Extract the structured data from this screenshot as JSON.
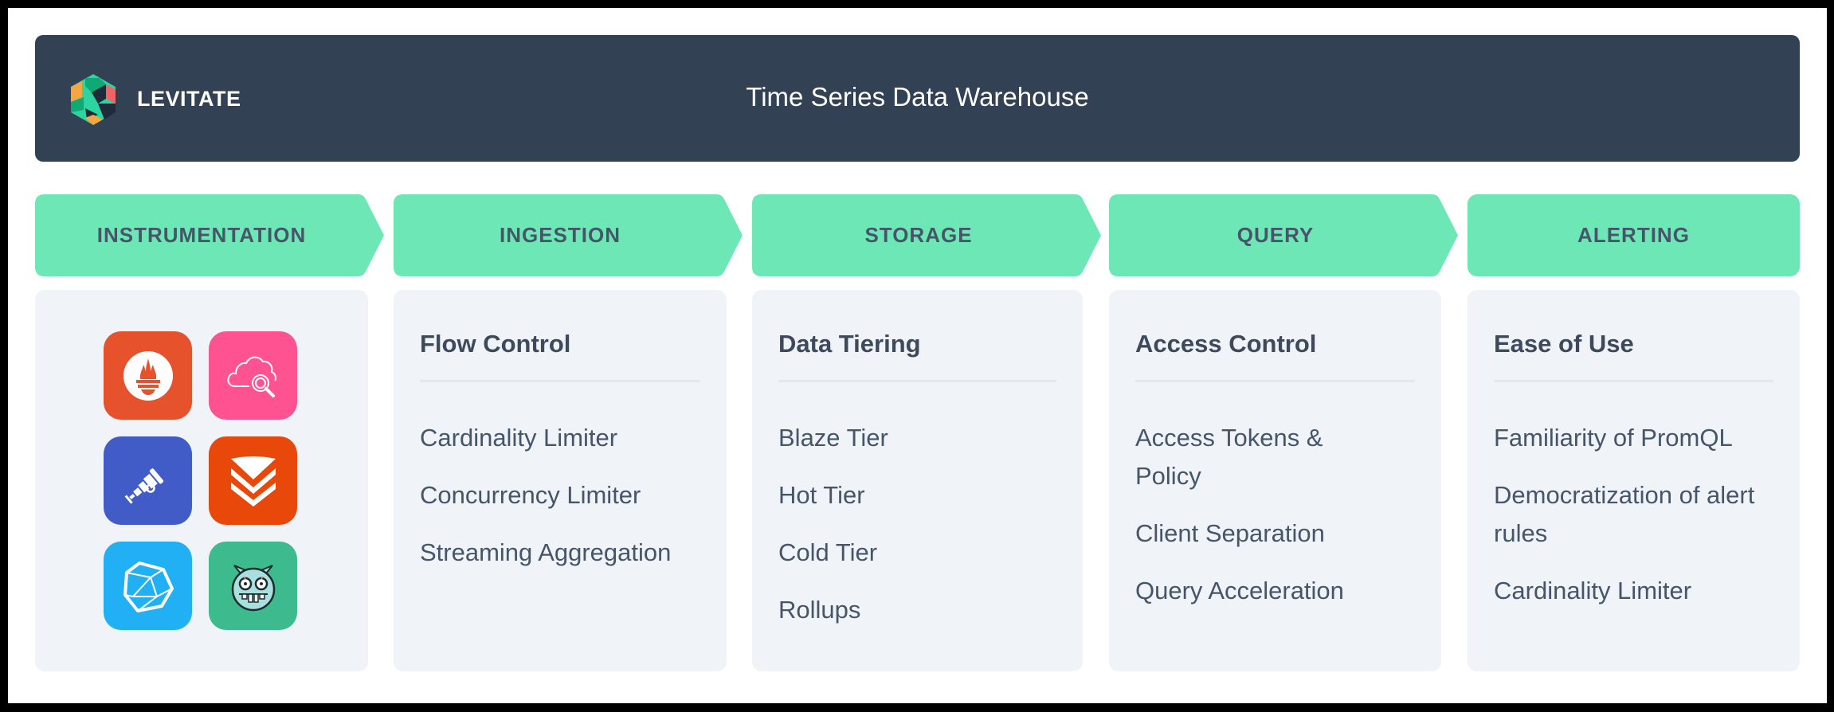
{
  "header": {
    "brand": "LEVITATE",
    "title": "Time Series Data Warehouse",
    "logo_icon": "levitate-logo-icon"
  },
  "colors": {
    "frame": "#000000",
    "header_bg": "#334155",
    "stage_bg": "#6ee7b7",
    "stage_text": "#475569",
    "card_bg": "#f0f4f9",
    "card_title": "#3e4a5c",
    "card_text": "#475569",
    "divider": "#e2e8f0"
  },
  "stages": [
    {
      "label": "INSTRUMENTATION"
    },
    {
      "label": "INGESTION"
    },
    {
      "label": "STORAGE"
    },
    {
      "label": "QUERY"
    },
    {
      "label": "ALERTING"
    }
  ],
  "instrumentation": {
    "icons": [
      {
        "name": "prometheus-icon",
        "color": "#e6522c"
      },
      {
        "name": "cloud-search-icon",
        "color": "#ff5290"
      },
      {
        "name": "telescope-icon",
        "color": "#425cc7"
      },
      {
        "name": "stacked-chevrons-icon",
        "color": "#e8490a"
      },
      {
        "name": "polyhedron-icon",
        "color": "#22b0f5"
      },
      {
        "name": "gopher-monster-icon",
        "color": "#3dbb8f"
      }
    ]
  },
  "cards": [
    {
      "title": "Flow Control",
      "items": [
        "Cardinality Limiter",
        "Concurrency Limiter",
        "Streaming Aggregation"
      ]
    },
    {
      "title": "Data Tiering",
      "items": [
        "Blaze Tier",
        "Hot Tier",
        "Cold Tier",
        "Rollups"
      ]
    },
    {
      "title": "Access Control",
      "items": [
        "Access Tokens & Policy",
        "Client Separation",
        "Query Acceleration"
      ]
    },
    {
      "title": "Ease of Use",
      "items": [
        "Familiarity of PromQL",
        "Democratization of alert rules",
        "Cardinality Limiter"
      ]
    }
  ]
}
